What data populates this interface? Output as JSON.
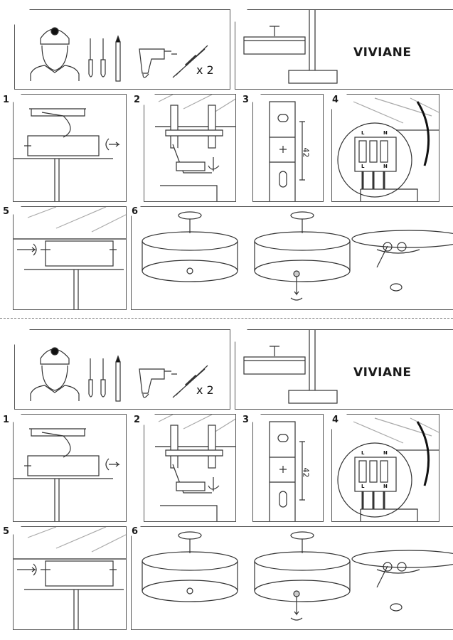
{
  "sheets": [
    {
      "tools": {
        "multiplier": "x 2"
      },
      "product": {
        "name": "VIVIANE"
      },
      "steps": {
        "s1": "1",
        "s2": "2",
        "s3": "3",
        "s4": "4",
        "s5": "5",
        "s6": "6"
      },
      "bracket": {
        "dimension": "42"
      },
      "terminal": {
        "l_top": "L",
        "n_top": "N",
        "l_bottom": "L",
        "n_bottom": "N"
      }
    },
    {
      "tools": {
        "multiplier": "x 2"
      },
      "product": {
        "name": "VIVIANE"
      },
      "steps": {
        "s1": "1",
        "s2": "2",
        "s3": "3",
        "s4": "4",
        "s5": "5",
        "s6": "6"
      },
      "bracket": {
        "dimension": "42"
      },
      "terminal": {
        "l_top": "L",
        "n_top": "N",
        "l_bottom": "L",
        "n_bottom": "N"
      }
    }
  ]
}
